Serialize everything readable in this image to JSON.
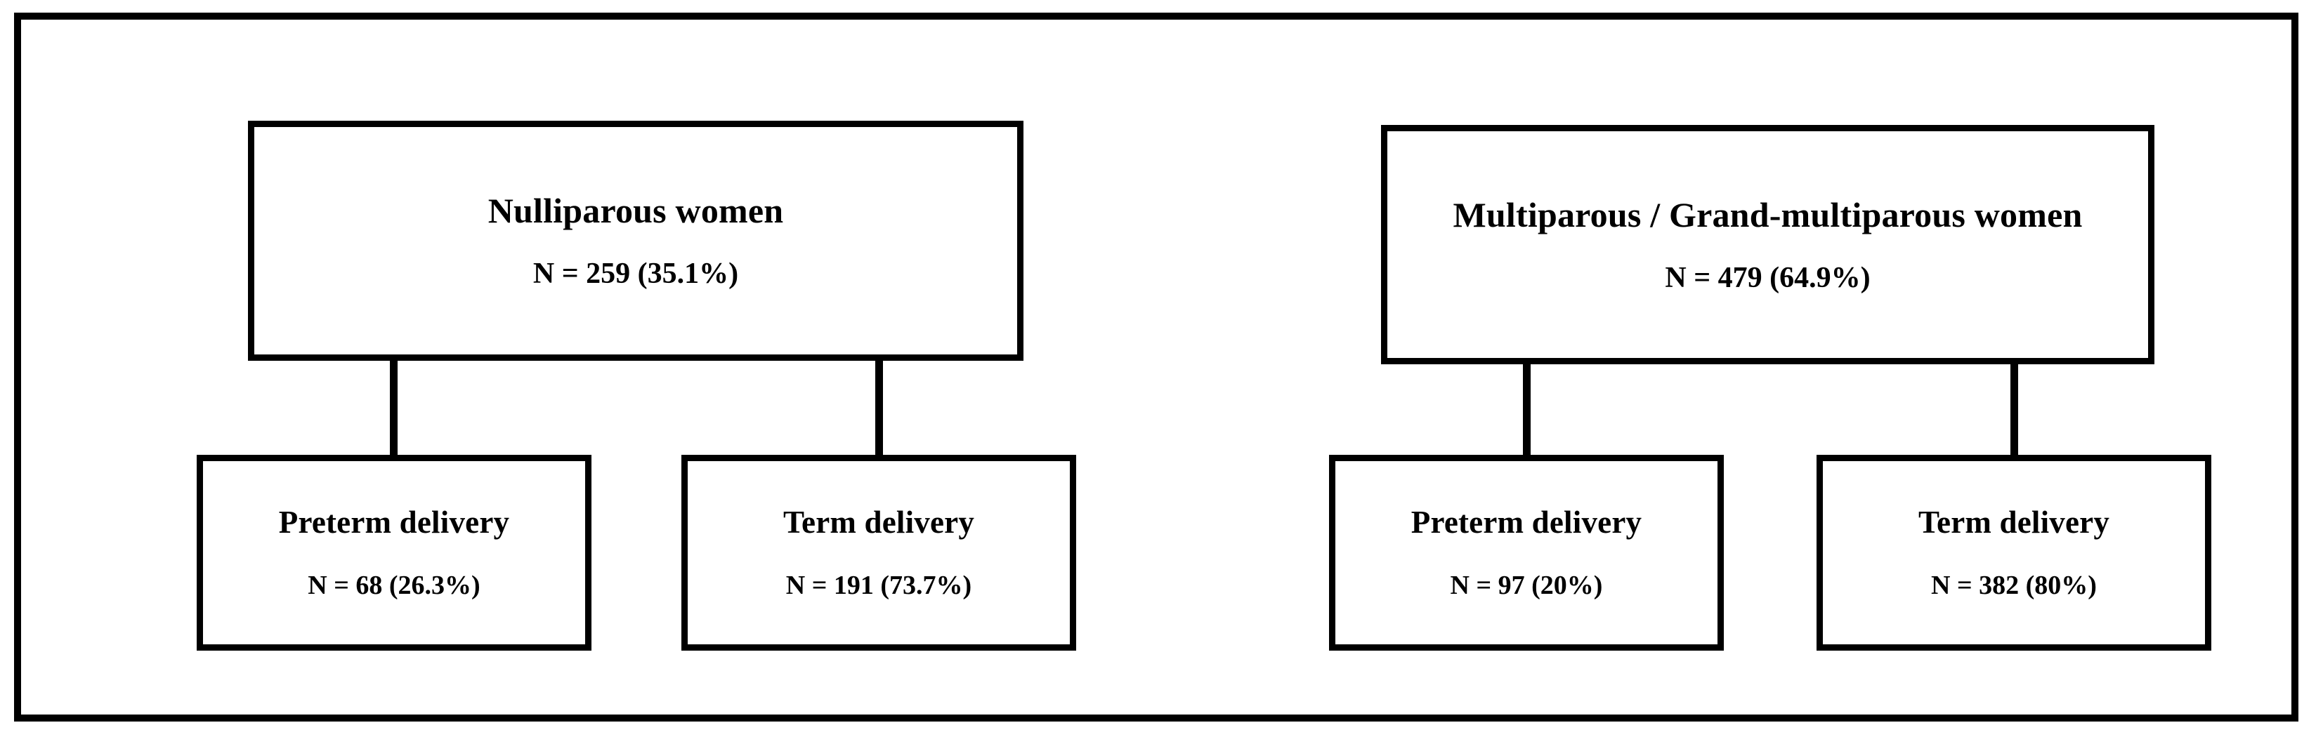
{
  "figure": {
    "type": "flowchart",
    "orientation": "top-down",
    "groups": 2,
    "frame_color": "#000000",
    "box_border_color": "#000000",
    "background_color": "#ffffff",
    "text_color": "#000000"
  },
  "chart_data": {
    "type": "table",
    "title": "",
    "categories": [
      "Nulliparous women",
      "Multiparous / Grand-multiparous women"
    ],
    "series": [
      {
        "name": "Preterm delivery",
        "values": [
          68,
          97
        ],
        "percents": [
          26.3,
          20
        ]
      },
      {
        "name": "Term delivery",
        "values": [
          191,
          382
        ],
        "percents": [
          73.7,
          80
        ]
      }
    ],
    "totals": {
      "values": [
        259,
        479
      ],
      "percents": [
        35.1,
        64.9
      ]
    }
  },
  "nodes": {
    "nulliparous": {
      "title": "Nulliparous women",
      "count": "N = 259 (35.1%)"
    },
    "multiparous": {
      "title": "Multiparous / Grand-multiparous women",
      "count": "N = 479 (64.9%)"
    },
    "nulliparous_preterm": {
      "title": "Preterm delivery",
      "count": "N = 68 (26.3%)"
    },
    "nulliparous_term": {
      "title": "Term delivery",
      "count": "N = 191 (73.7%)"
    },
    "multiparous_preterm": {
      "title": "Preterm delivery",
      "count": "N = 97 (20%)"
    },
    "multiparous_term": {
      "title": "Term delivery",
      "count": "N = 382 (80%)"
    }
  }
}
